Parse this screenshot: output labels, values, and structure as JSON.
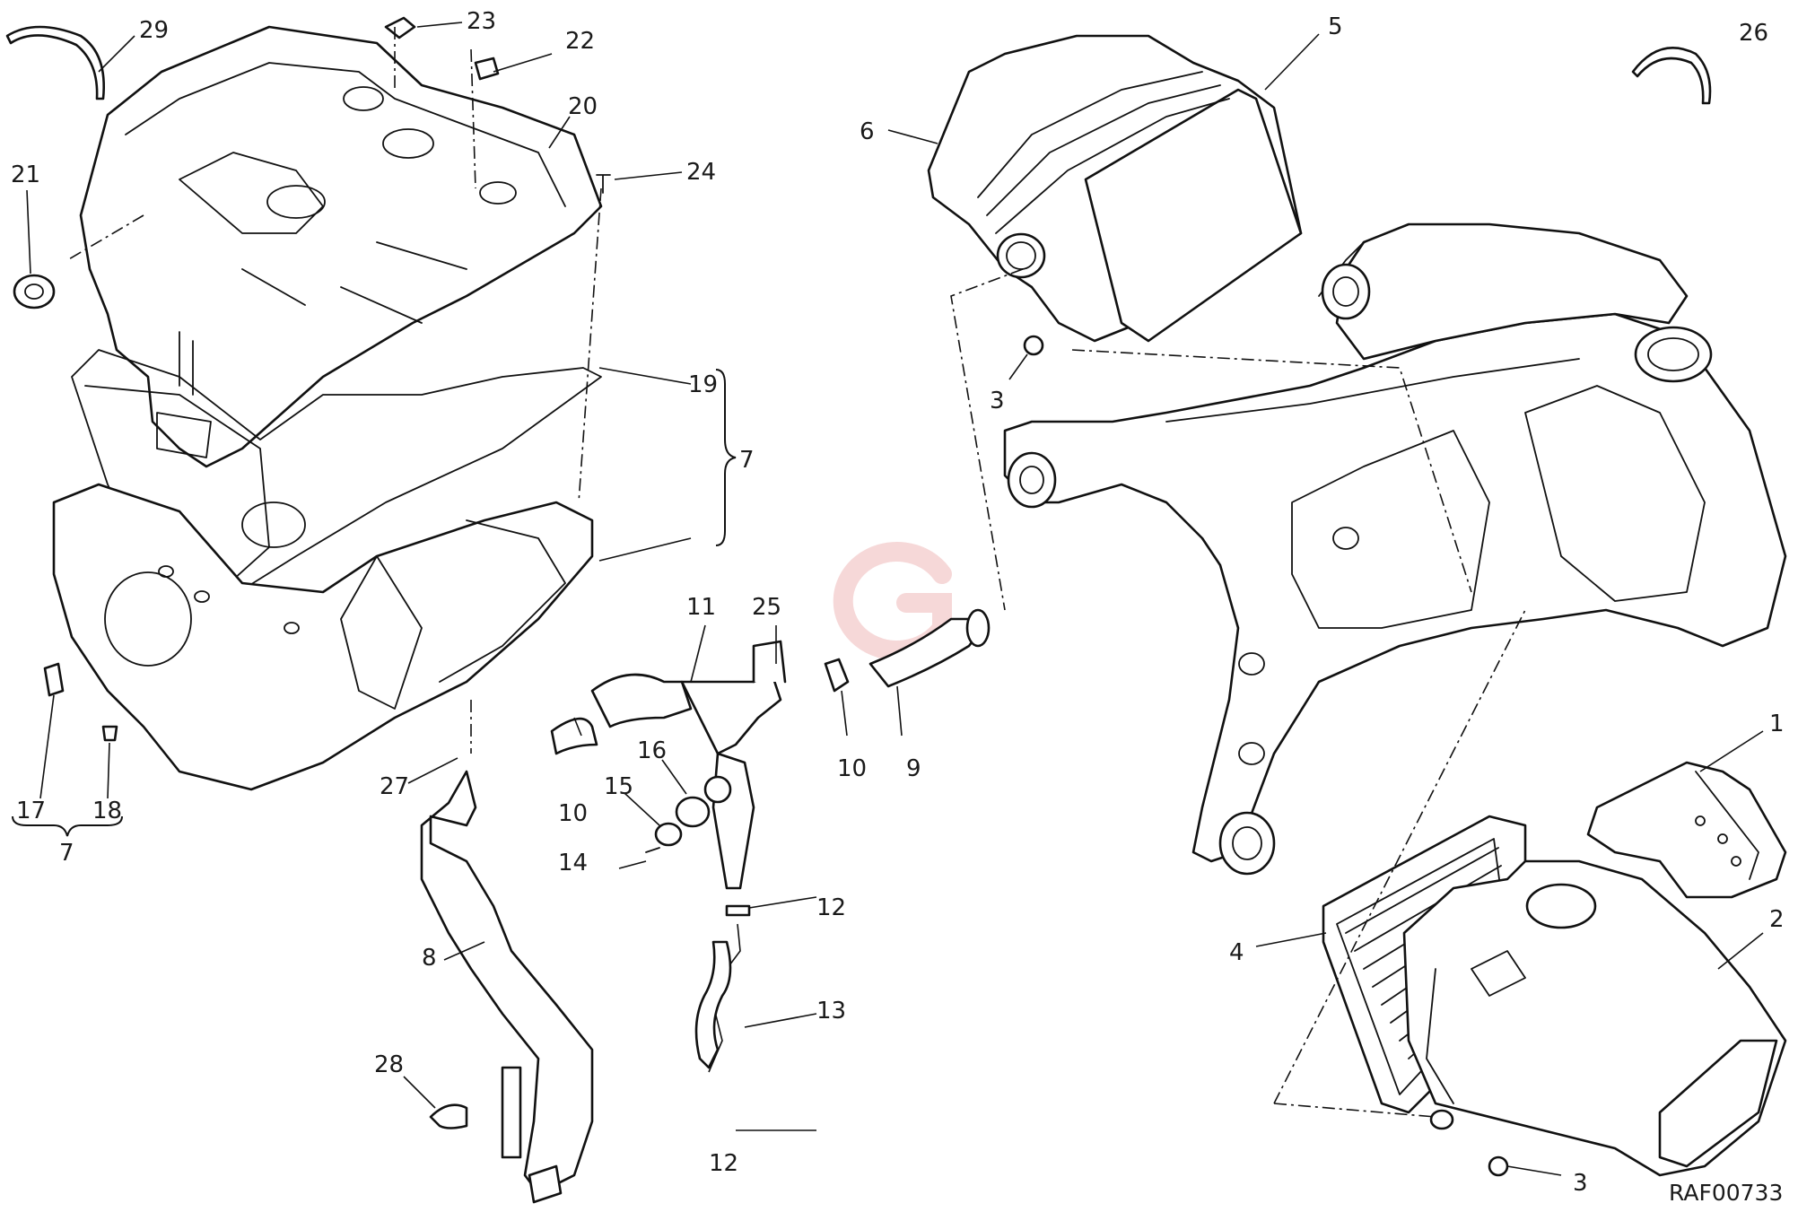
{
  "diagram": {
    "drawing_code": "RAF00733",
    "callouts": [
      {
        "id": "c1",
        "text": "1"
      },
      {
        "id": "c2",
        "text": "2"
      },
      {
        "id": "c3a",
        "text": "3"
      },
      {
        "id": "c3b",
        "text": "3"
      },
      {
        "id": "c4",
        "text": "4"
      },
      {
        "id": "c5",
        "text": "5"
      },
      {
        "id": "c6",
        "text": "6"
      },
      {
        "id": "c7a",
        "text": "7"
      },
      {
        "id": "c7b",
        "text": "7"
      },
      {
        "id": "c8",
        "text": "8"
      },
      {
        "id": "c9",
        "text": "9"
      },
      {
        "id": "c10a",
        "text": "10"
      },
      {
        "id": "c10b",
        "text": "10"
      },
      {
        "id": "c11",
        "text": "11"
      },
      {
        "id": "c12a",
        "text": "12"
      },
      {
        "id": "c12b",
        "text": "12"
      },
      {
        "id": "c13",
        "text": "13"
      },
      {
        "id": "c14",
        "text": "14"
      },
      {
        "id": "c15",
        "text": "15"
      },
      {
        "id": "c16",
        "text": "16"
      },
      {
        "id": "c17",
        "text": "17"
      },
      {
        "id": "c18",
        "text": "18"
      },
      {
        "id": "c19",
        "text": "19"
      },
      {
        "id": "c20",
        "text": "20"
      },
      {
        "id": "c21",
        "text": "21"
      },
      {
        "id": "c22",
        "text": "22"
      },
      {
        "id": "c23",
        "text": "23"
      },
      {
        "id": "c24",
        "text": "24"
      },
      {
        "id": "c25",
        "text": "25"
      },
      {
        "id": "c26",
        "text": "26"
      },
      {
        "id": "c27",
        "text": "27"
      },
      {
        "id": "c28",
        "text": "28"
      },
      {
        "id": "c29",
        "text": "29"
      }
    ],
    "colors": {
      "line": "#111111",
      "background": "#ffffff",
      "watermark": "#f2c9c9"
    }
  }
}
